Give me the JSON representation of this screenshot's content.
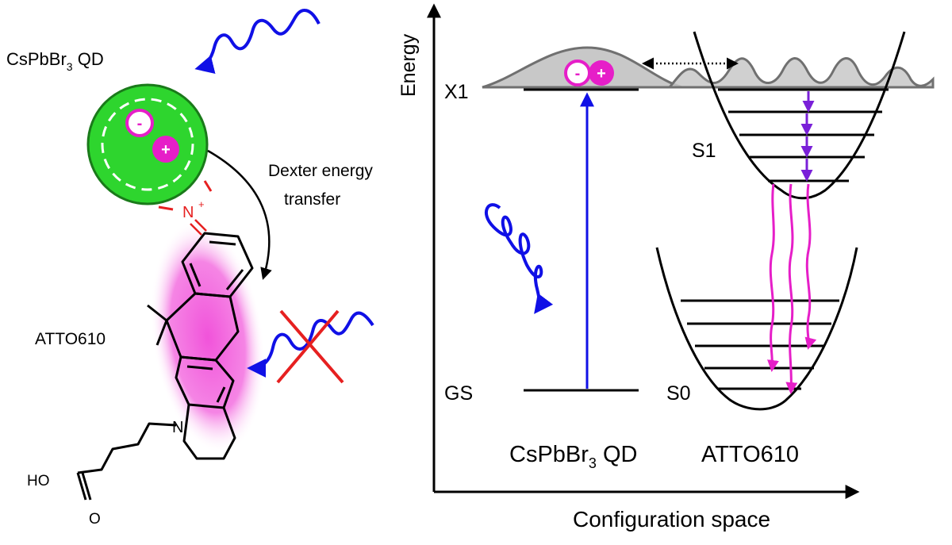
{
  "left_panel": {
    "qd_label": {
      "main": "CsPbBr",
      "sub": "3",
      "tail": " QD"
    },
    "transfer_label": [
      "Dexter energy",
      "transfer"
    ],
    "dye_label": "ATTO610",
    "nitrogen_label": "N",
    "nitrogen_charge": "+",
    "amine_label": "N",
    "acid_oh_label": "HO",
    "acid_o_label": "O",
    "electron_sign": "-",
    "hole_sign": "+"
  },
  "right_panel": {
    "y_axis_label": "Energy",
    "x_axis_label": "Configuration space",
    "levels": {
      "exciton": "X1",
      "ground": "GS",
      "s1": "S1",
      "s0": "S0"
    },
    "qd_caption": {
      "main": "CsPbBr",
      "sub": "3",
      "tail": " QD"
    },
    "dye_caption": "ATTO610",
    "electron_sign": "-",
    "hole_sign": "+"
  },
  "colors": {
    "qd_green": "#2ed52e",
    "qd_border": "#1a7a1a",
    "exciton_magenta": "#e61ec8",
    "photon_blue": "#1010e6",
    "relaxation_purple": "#7a20d8",
    "blocked_red": "#e62020",
    "wavepacket_gray": "#c8c8c8"
  }
}
